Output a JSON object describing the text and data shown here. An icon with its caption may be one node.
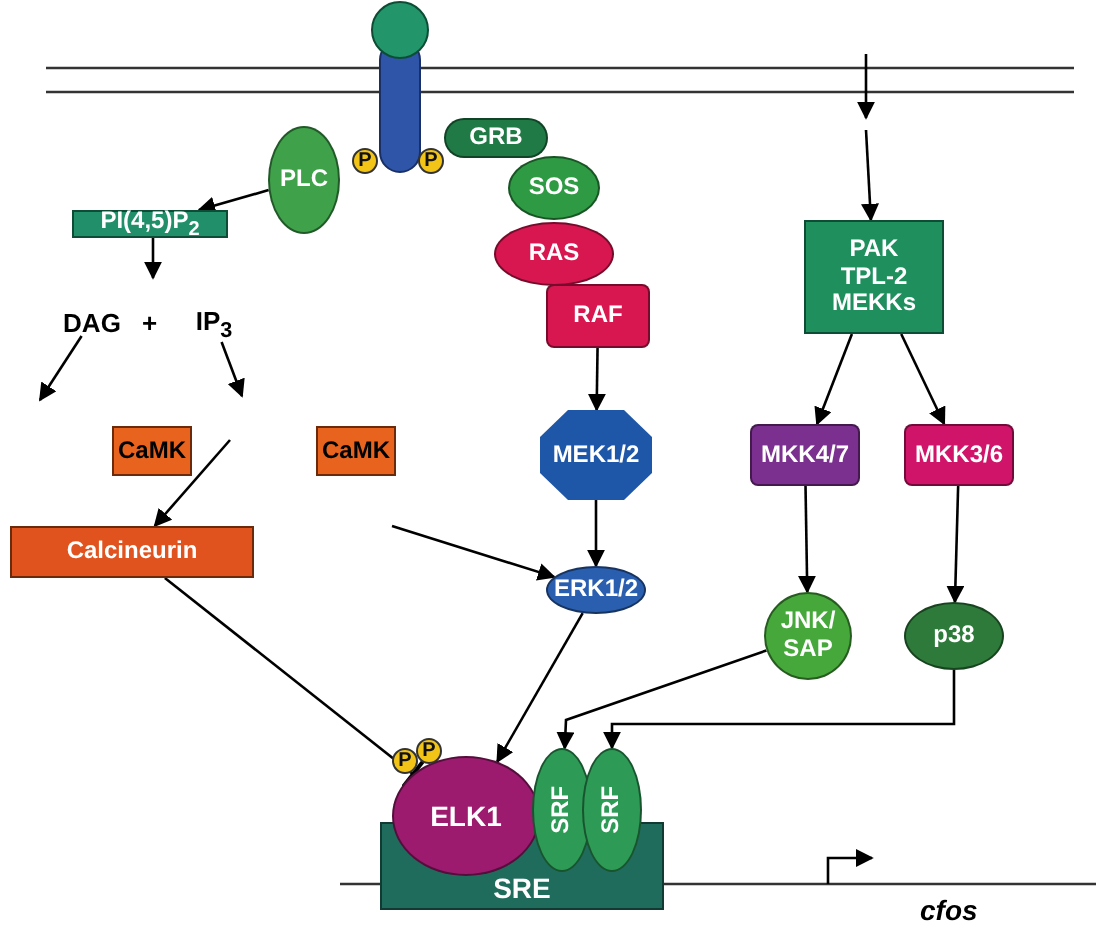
{
  "diagram": {
    "nodes": [
      {
        "text": [
          "PLC"
        ]
      },
      {
        "text": [
          "PI(4,5)P$_{2}$"
        ]
      },
      {
        "text": [
          "DAG"
        ]
      },
      {
        "text": [
          "IP$_{3}$"
        ]
      },
      {
        "text": [
          "CaMK"
        ]
      },
      {
        "text": [
          "CaMK"
        ]
      },
      {
        "text": [
          "Calcineurin"
        ]
      },
      {
        "text": [
          "GRB"
        ]
      },
      {
        "text": [
          "SOS"
        ]
      },
      {
        "text": [
          "RAS"
        ]
      },
      {
        "text": [
          "RAF"
        ]
      },
      {
        "text": [
          "MEK1/2"
        ]
      },
      {
        "text": [
          "ERK1/2"
        ]
      },
      {
        "text": [
          "PAK",
          "TPL-2",
          "MEKKs"
        ]
      },
      {
        "text": [
          "MKK4/7"
        ]
      },
      {
        "text": [
          "MKK3/6"
        ]
      },
      {
        "text": [
          "JNK/ SAP"
        ]
      },
      {
        "text": [
          "p38"
        ]
      },
      {
        "text": [
          "SRE"
        ]
      },
      {
        "text": [
          "ELK1"
        ]
      },
      {
        "text": [
          "SRF"
        ]
      },
      {
        "text": [
          "SRF"
        ]
      }
    ],
    "edges": [
      {
        "from": 0,
        "to": 1,
        "arrow": "to"
      },
      {
        "from": 1,
        "to": 2,
        "arrow": "to"
      },
      {
        "from": 2,
        "to": null,
        "arrow": "to"
      },
      {
        "from": 3,
        "to": null,
        "arrow": "to"
      },
      {
        "from": null,
        "to": 6,
        "arrow": "to"
      },
      {
        "from": null,
        "to": 12,
        "arrow": "to"
      },
      {
        "from": 6,
        "to": 19,
        "arrow": "other"
      },
      {
        "from": 12,
        "to": 19,
        "arrow": "to"
      },
      {
        "from": 10,
        "to": 11,
        "arrow": "to"
      },
      {
        "from": 11,
        "to": 12,
        "arrow": "to"
      },
      {
        "from": null,
        "to": 13,
        "arrow": "to"
      },
      {
        "from": 13,
        "to": 14,
        "arrow": "to"
      },
      {
        "from": 13,
        "to": 15,
        "arrow": "to"
      },
      {
        "from": 14,
        "to": 16,
        "arrow": "to"
      },
      {
        "from": 15,
        "to": 17,
        "arrow": "to"
      },
      {
        "from": 16,
        "to": 20,
        "arrow": "to"
      },
      {
        "from": 17,
        "to": 21,
        "arrow": "to"
      },
      {
        "from": 1,
        "to": 3,
        "arrow": "to"
      }
    ],
    "labels": [
      "P",
      "P",
      "+",
      "P",
      "P",
      "cfos"
    ]
  }
}
